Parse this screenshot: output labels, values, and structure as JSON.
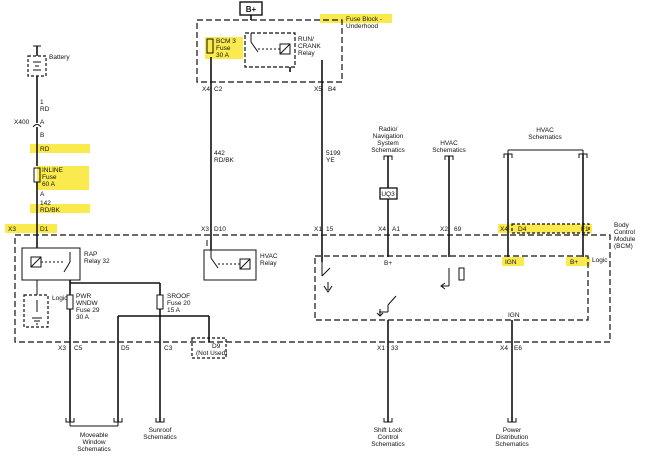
{
  "colors": {
    "highlight": "#fbe83a",
    "ink": "#111111",
    "background": "#ffffff"
  },
  "power": {
    "bplus": "B+",
    "fuse_block": "Fuse Block -",
    "fuse_block_2": "Underhood"
  },
  "battery": {
    "label": "Battery"
  },
  "bcm3": {
    "name": "BCM 3",
    "line2": "Fuse",
    "rating": "30 A"
  },
  "run_crank": {
    "line1": "RUN/",
    "line2": "CRANK",
    "line3": "Relay"
  },
  "conn": {
    "x4_top": "X4",
    "c2": "C2",
    "x5": "X5",
    "b4": "B4",
    "x400": "X400",
    "a": "A",
    "b": "B",
    "x3": "X3",
    "d1": "D1",
    "d10": "D10",
    "x1_top": "X1",
    "p15": "15",
    "x4_mid": "X4",
    "a1": "A1",
    "x2": "X2",
    "p69": "69",
    "d4": "D4",
    "f1": "F1",
    "x3_bot": "X3",
    "c5": "C5",
    "d5": "D5",
    "c3": "C3",
    "d9": "D9",
    "not_used": "(Not Used)",
    "x1_bot": "X1",
    "p33": "33",
    "x4_bot": "X4",
    "e6": "E6"
  },
  "wires": {
    "w1_num": "1",
    "w1_color": "RD",
    "w_rd": "RD",
    "w142_num": "142",
    "w142_color": "RD/BK",
    "w442_num": "442",
    "w442_color": "RD/BK",
    "w5199_num": "5199",
    "w5199_color": "YE"
  },
  "inline_fuse": {
    "line1": "INLINE",
    "line2": "Fuse",
    "rating": "60 A"
  },
  "radio": {
    "line1": "Radio/",
    "line2": "Navigation",
    "line3": "System",
    "line4": "Schematics"
  },
  "hvac_top": {
    "line1": "HVAC",
    "line2": "Schematics"
  },
  "hvac_right": {
    "line1": "HVAC",
    "line2": "Schematics"
  },
  "uqs": "UQ3",
  "bcm": {
    "line1": "Body",
    "line2": "Control",
    "line3": "Module",
    "line4": "(BCM)"
  },
  "rap": {
    "line1": "RAP",
    "line2": "Relay 32"
  },
  "hvac_relay": {
    "line1": "HVAC",
    "line2": "Relay"
  },
  "logic_right": "Logic",
  "logic_left": "Logic",
  "pins": {
    "bplus_mid": "B+",
    "ign_right": "IGN",
    "bplus_right": "B+",
    "ign_bottom": "IGN"
  },
  "pwr_wndw": {
    "line1": "PWR",
    "line2": "WNDW",
    "line3": "Fuse 29",
    "rating": "30 A"
  },
  "sroof": {
    "line1": "SROOF",
    "line2": "Fuse 20",
    "rating": "15 A"
  },
  "dest": {
    "moveable1": "Moveable",
    "moveable2": "Window",
    "moveable3": "Schematics",
    "sunroof1": "Sunroof",
    "sunroof2": "Schematics",
    "shift1": "Shift Lock",
    "shift2": "Control",
    "shift3": "Schematics",
    "power1": "Power",
    "power2": "Distribution",
    "power3": "Schematics"
  }
}
